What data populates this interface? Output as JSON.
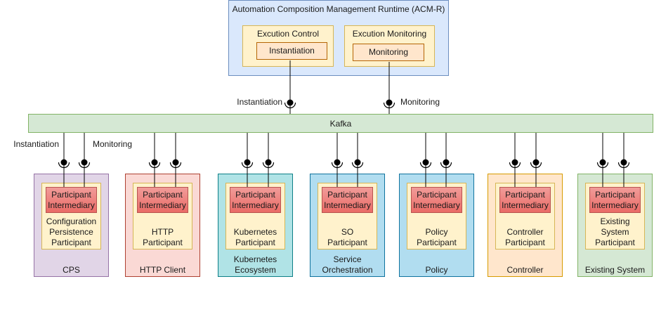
{
  "acm": {
    "title": "Automation Composition Management Runtime (ACM-R)",
    "execution_control": {
      "label": "Excution Control",
      "inner": "Instantiation"
    },
    "execution_monitoring": {
      "label": "Excution Monitoring",
      "inner": "Monitoring"
    }
  },
  "bus": {
    "label": "Kafka",
    "instantiation_label": "Instantiation",
    "monitoring_label": "Monitoring"
  },
  "participant_labels": {
    "instantiation": "Instantiation",
    "monitoring": "Monitoring"
  },
  "systems": [
    {
      "name": "CPS",
      "intermediary": "Participant\nIntermediary",
      "participant": "Configuration\nPersistence\nParticipant",
      "fill": "#e1d5e7",
      "stroke": "#9673a6"
    },
    {
      "name": "HTTP Client",
      "intermediary": "Participant\nIntermediary",
      "participant": "HTTP\nParticipant",
      "fill": "#fad9d5",
      "stroke": "#ae4132"
    },
    {
      "name": "Kubernetes\nEcosystem",
      "intermediary": "Participant\nIntermediary",
      "participant": "Kubernetes\nParticipant",
      "fill": "#b0e3e6",
      "stroke": "#0e8088"
    },
    {
      "name": "Service\nOrchestration",
      "intermediary": "Participant\nIntermediary",
      "participant": "SO\nParticipant",
      "fill": "#b1ddf0",
      "stroke": "#10739e"
    },
    {
      "name": "Policy",
      "intermediary": "Participant\nIntermediary",
      "participant": "Policy\nParticipant",
      "fill": "#b1ddf0",
      "stroke": "#10739e"
    },
    {
      "name": "Controller",
      "intermediary": "Participant\nIntermediary",
      "participant": "Controller\nParticipant",
      "fill": "#ffe6cc",
      "stroke": "#d79b00"
    },
    {
      "name": "Existing System",
      "intermediary": "Participant\nIntermediary",
      "participant": "Existing\nSystem\nParticipant",
      "fill": "#d5e8d4",
      "stroke": "#82b366"
    }
  ]
}
